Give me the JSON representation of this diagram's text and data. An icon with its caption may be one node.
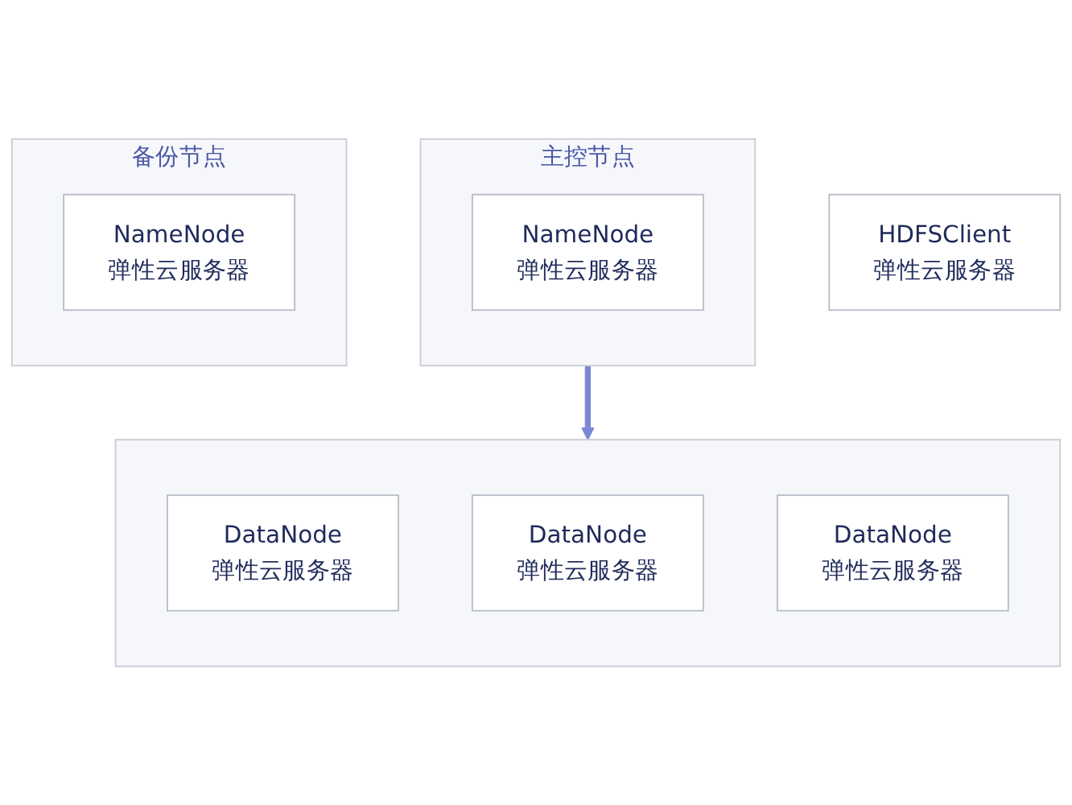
{
  "diagram": {
    "nodes": [
      {
        "text": [
          "HDFSClient",
          "弹性云服务器"
        ]
      },
      {
        "text": [
          "主控节点"
        ]
      },
      {
        "text": [
          "NameNode",
          "弹性云服务器"
        ],
        "in": 1
      },
      {
        "text": [],
        "shape": "box"
      },
      {
        "text": [
          "DataNode",
          "弹性云服务器"
        ],
        "in": 3
      },
      {
        "text": [
          "DataNode",
          "弹性云服务器"
        ],
        "in": 3
      },
      {
        "text": [
          "DataNode",
          "弹性云服务器"
        ],
        "in": 3
      },
      {
        "text": [
          "备份节点"
        ]
      },
      {
        "text": [
          "NameNode",
          "弹性云服务器"
        ],
        "in": 7
      }
    ],
    "edges": [
      {
        "from": 1,
        "to": 3,
        "arrow": "to",
        "color": "#7b88d6"
      }
    ]
  }
}
